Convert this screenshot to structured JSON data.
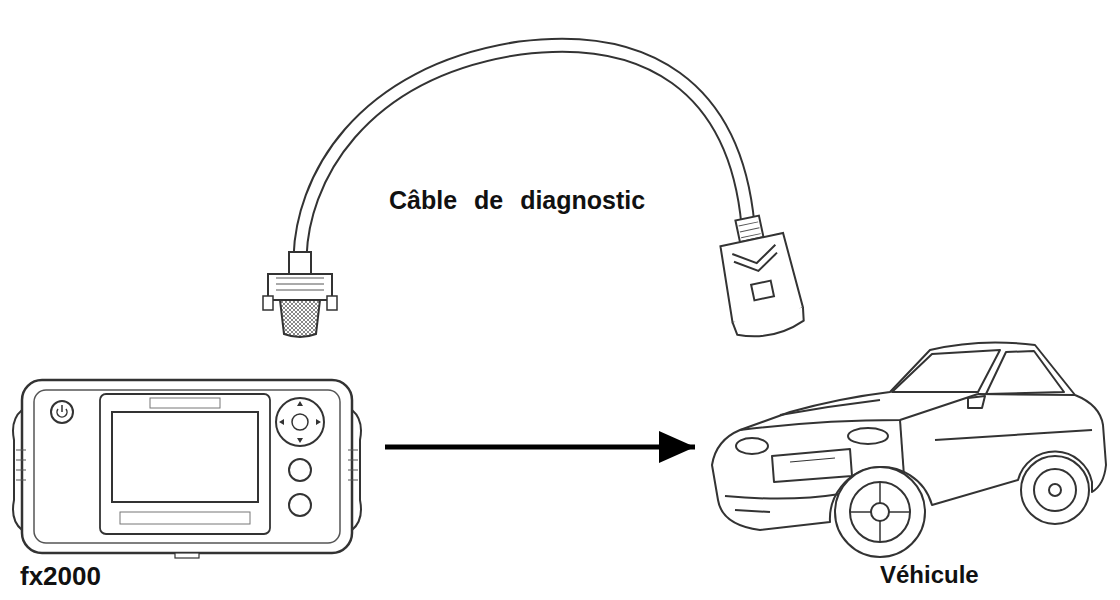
{
  "diagram": {
    "nodes": [
      {
        "text": [
          "fx2000"
        ]
      },
      {
        "text": [
          "Véhicule"
        ]
      }
    ],
    "edges": [
      {
        "from": 0,
        "to": 1,
        "arrow": "to"
      }
    ],
    "labels": [
      "Câble de diagnostic"
    ]
  }
}
